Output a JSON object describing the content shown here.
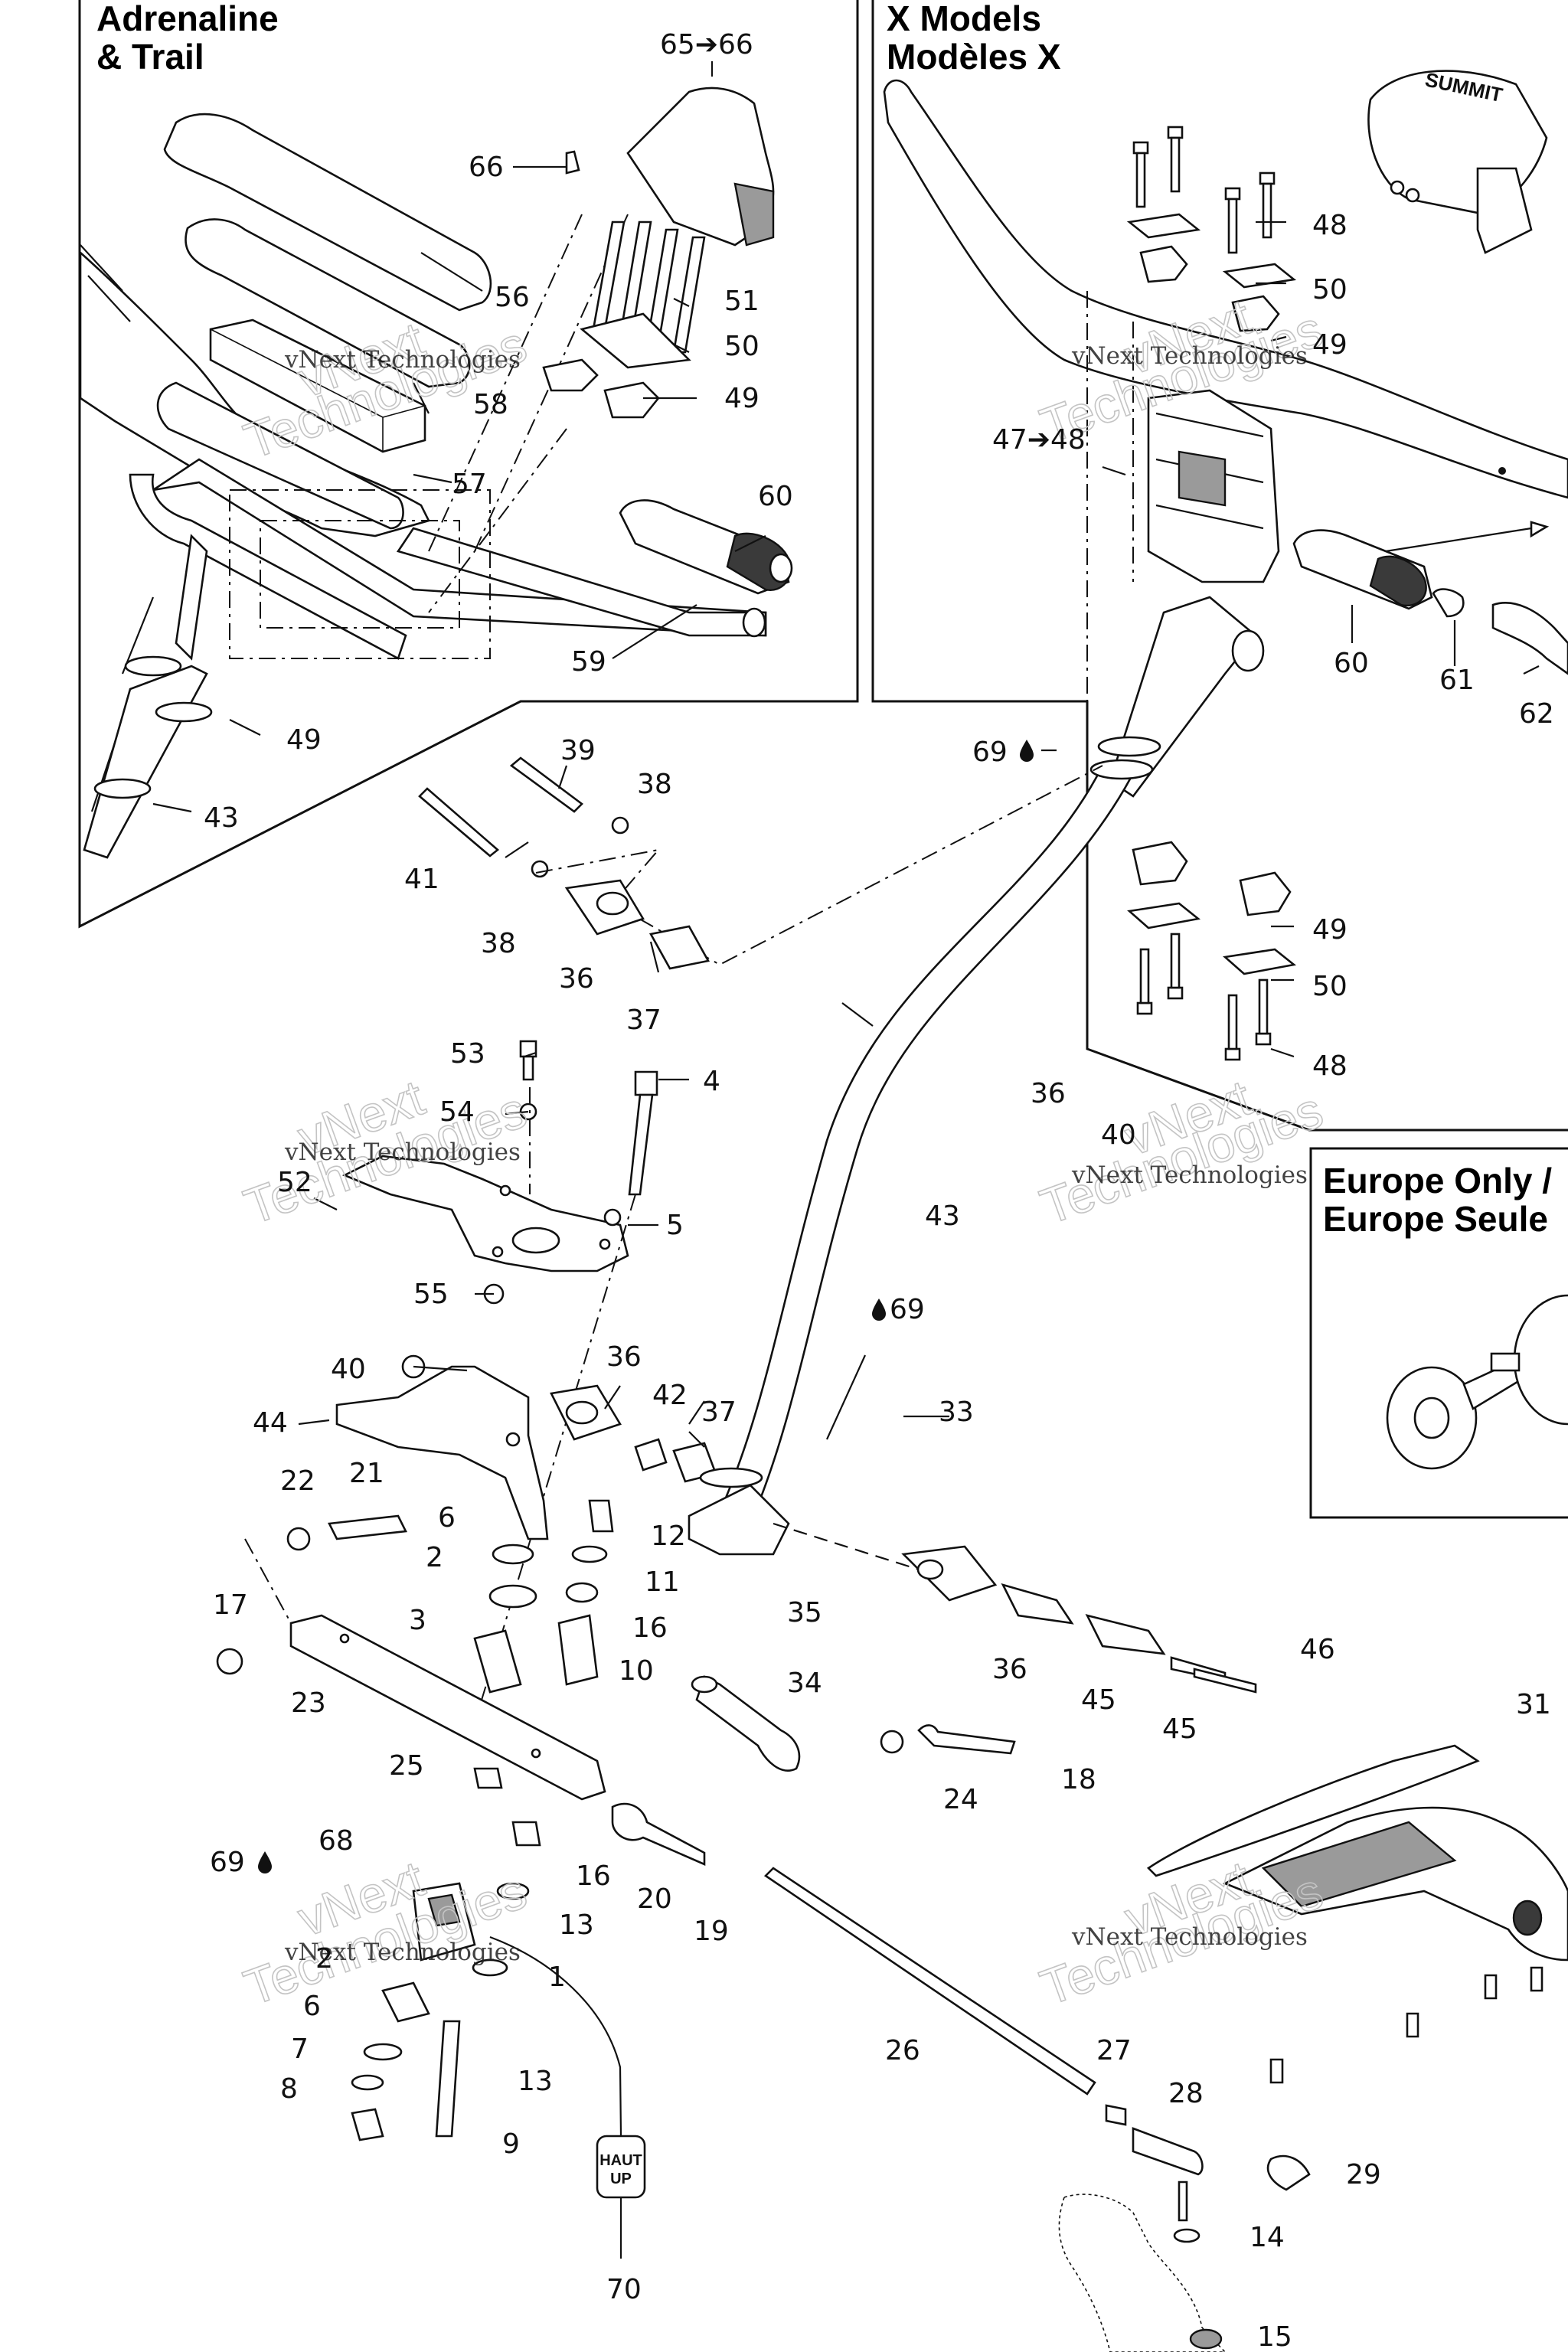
{
  "panels": {
    "adrenaline": {
      "title_line1": "Adrenaline",
      "title_line2": "& Trail"
    },
    "x_models": {
      "title_line1": "X Models",
      "title_line2": "Modèles X"
    },
    "europe": {
      "title_line1": "Europe Only /",
      "title_line2": "Europe Seule"
    }
  },
  "watermark": {
    "line1": "vNext Technologies",
    "big1": "vNext",
    "big2": "Technologies"
  },
  "hood_logo": "SUMMIT",
  "up_badge": {
    "line1": "HAUT",
    "line2": "UP"
  },
  "callouts": {
    "c65_66": "65➔66",
    "c66": "66",
    "c56": "56",
    "c51": "51",
    "c50a": "50",
    "c49a": "49",
    "c58": "58",
    "c57": "57",
    "c60a": "60",
    "c59": "59",
    "c49b": "49",
    "c43a": "43",
    "c48a": "48",
    "c50b": "50",
    "c49c": "49",
    "c47_48": "47➔48",
    "c60b": "60",
    "c61": "61",
    "c62": "62",
    "c69a": "69",
    "c49d": "49",
    "c50c": "50",
    "c48b": "48",
    "c39": "39",
    "c38a": "38",
    "c41": "41",
    "c38b": "38",
    "c36a": "36",
    "c37a": "37",
    "c53": "53",
    "c4": "4",
    "c54": "54",
    "c52": "52",
    "c5": "5",
    "c55": "55",
    "c36b": "36",
    "c40a": "40",
    "c43b": "43",
    "c69b": "69",
    "c40b": "40",
    "c44": "44",
    "c36c": "36",
    "c42": "42",
    "c37b": "37",
    "c33": "33",
    "c22": "22",
    "c21": "21",
    "c6a": "6",
    "c12": "12",
    "c2a": "2",
    "c11": "11",
    "c17": "17",
    "c3": "3",
    "c16a": "16",
    "c35": "35",
    "c10": "10",
    "c36d": "36",
    "c46": "46",
    "c23": "23",
    "c34": "34",
    "c45a": "45",
    "c45b": "45",
    "c31": "31",
    "c25": "25",
    "c18": "18",
    "c24": "24",
    "c16b": "16",
    "c68": "68",
    "c69c": "69",
    "c20": "20",
    "c13a": "13",
    "c19": "19",
    "c1": "1",
    "c2b": "2",
    "c26": "26",
    "c6b": "6",
    "c7": "7",
    "c13b": "13",
    "c27": "27",
    "c8": "8",
    "c28": "28",
    "c9": "9",
    "c29": "29",
    "c14": "14",
    "c70": "70",
    "c15": "15"
  }
}
